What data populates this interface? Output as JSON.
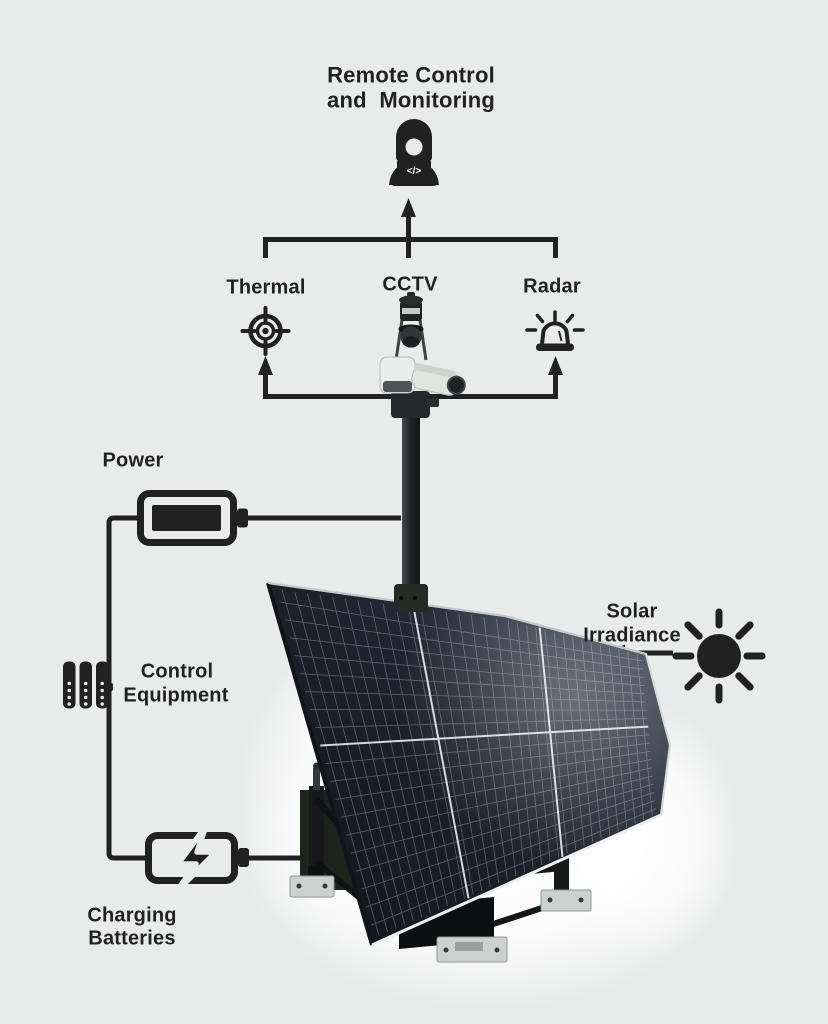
{
  "colors": {
    "background": "#e9eaea",
    "ink": "#212121",
    "panel_dark": "#12151b",
    "panel_light": "#39424f",
    "photo_backdrop": "#ffffff",
    "metal_plate": "#ccd1cf"
  },
  "diagram": {
    "remote_monitoring": {
      "line1": "Remote Control",
      "line2": "and  Monitoring",
      "laptop_glyph": "</>"
    },
    "thermal": {
      "label": "Thermal"
    },
    "cctv": {
      "label": "CCTV"
    },
    "radar": {
      "label": "Radar"
    },
    "power": {
      "label": "Power"
    },
    "control_equipment": {
      "line1": "Control",
      "line2": "Equipment"
    },
    "charging_batteries": {
      "line1": "Charging",
      "line2": "Batteries"
    },
    "solar_irradiance": {
      "line1": "Solar",
      "line2": "Irradiance"
    }
  }
}
